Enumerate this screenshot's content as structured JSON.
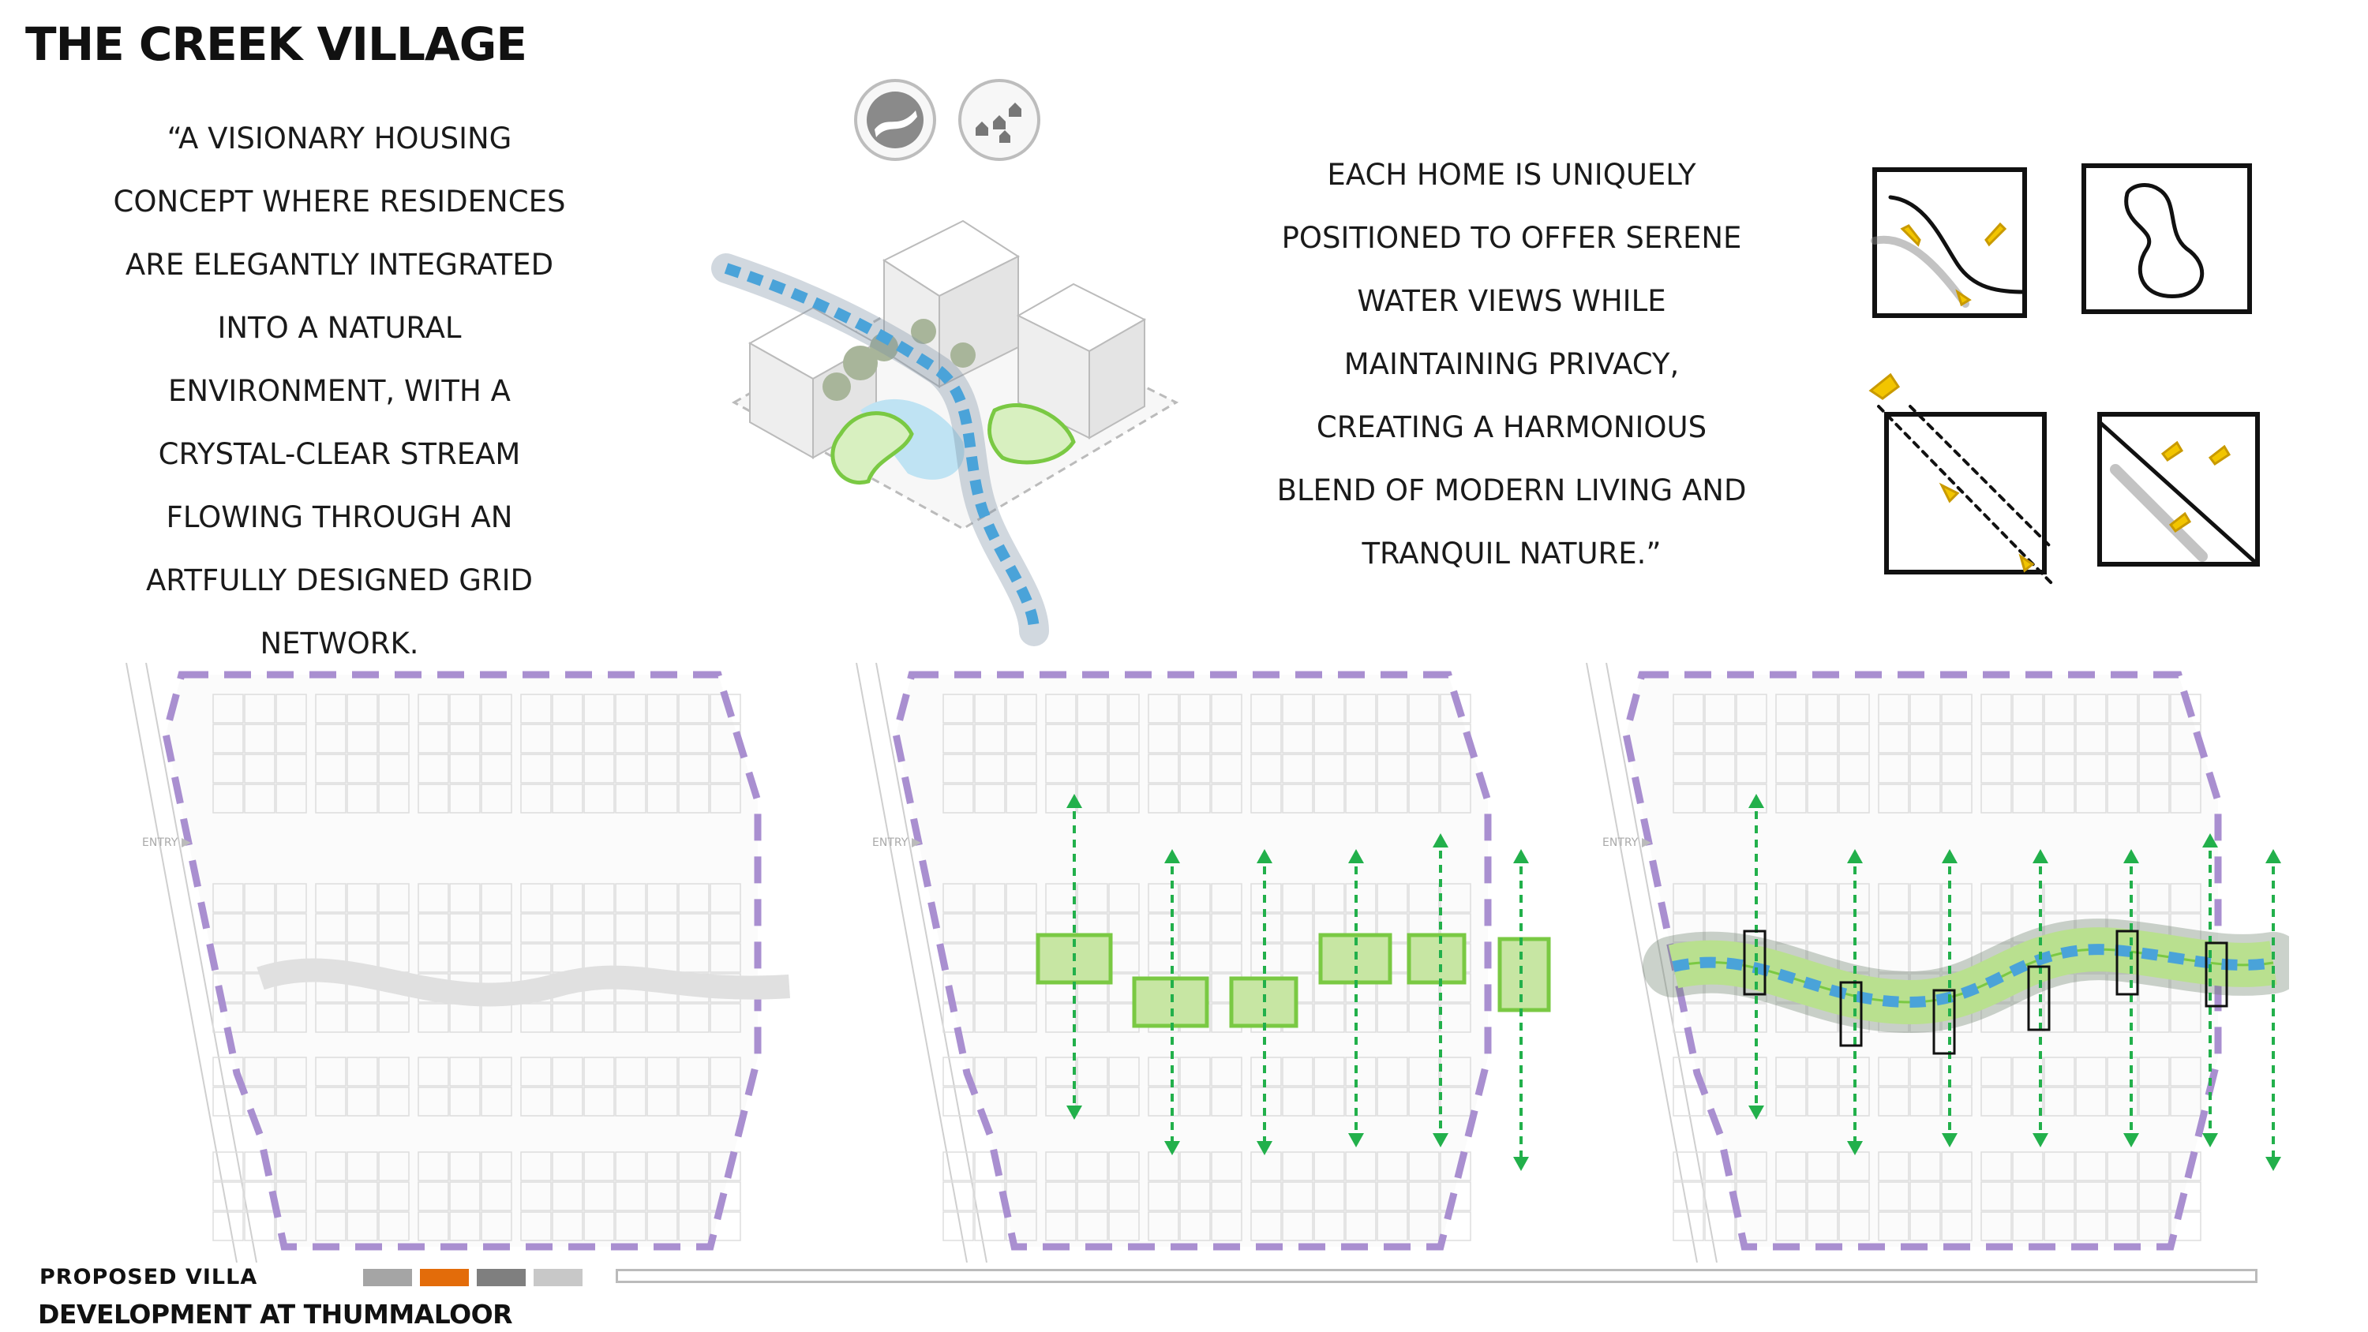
{
  "title": "THE CREEK VILLAGE",
  "quote_left": [
    "“A VISIONARY HOUSING",
    "CONCEPT WHERE RESIDENCES",
    "ARE ELEGANTLY INTEGRATED",
    "INTO A NATURAL",
    "ENVIRONMENT, WITH A",
    "CRYSTAL-CLEAR STREAM",
    "FLOWING THROUGH AN",
    "ARTFULLY DESIGNED GRID",
    "NETWORK."
  ],
  "quote_right": [
    "EACH HOME IS UNIQUELY",
    "POSITIONED TO OFFER SERENE",
    "WATER VIEWS WHILE",
    "MAINTAINING PRIVACY,",
    "CREATING A HARMONIOUS",
    "BLEND OF MODERN LIVING AND",
    "TRANQUIL NATURE.”"
  ],
  "icons": [
    "stream-icon",
    "houses-icon"
  ],
  "plans": [
    {
      "entry_label": "ENTRY",
      "stage": "site-grid"
    },
    {
      "entry_label": "ENTRY",
      "stage": "green-pockets"
    },
    {
      "entry_label": "ENTRY",
      "stage": "stream-connection"
    }
  ],
  "footer": {
    "line1": "PROPOSED VILLA",
    "line2": "DEVELOPMENT AT THUMMALOOR"
  },
  "legend_swatches": [
    "#a5a5a5",
    "#e36c0a",
    "#7f7f7f",
    "#c8c8c8"
  ],
  "colors": {
    "boundary": "#a98fd0",
    "green": "#7ac943",
    "green_fill": "#c7e6a3",
    "stream": "#4aa3d9",
    "arrow": "#22b04b",
    "grid_line": "#dddddd"
  }
}
